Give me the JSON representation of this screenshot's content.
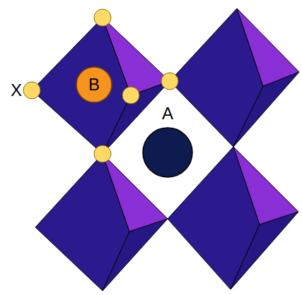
{
  "diagram": {
    "nodes": [
      {
        "text": [
          "B"
        ]
      },
      {
        "text": [
          "A"
        ]
      }
    ],
    "labels": [
      "X"
    ]
  }
}
